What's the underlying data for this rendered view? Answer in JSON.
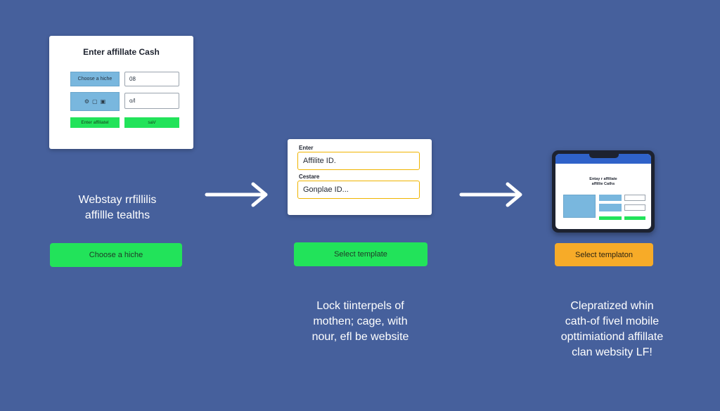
{
  "step1": {
    "card": {
      "title": "Enter affillate Cash",
      "niche_label": "Choose a hiche",
      "niche_value": "08",
      "id_value": "o/l",
      "enter_button": "Enter affiliatel",
      "save_button": "saV"
    },
    "caption_line1": "Webstay rrfillilis",
    "caption_line2": "affillle tealths",
    "button": "Choose a hiche"
  },
  "step2": {
    "card": {
      "label1": "Enter",
      "field1": "Affilite ID.",
      "label2": "Cestare",
      "field2": "Gonplae ID..."
    },
    "button": "Select template",
    "caption_line1": "Lock tiinterpels of",
    "caption_line2": "mothen; cage, with",
    "caption_line3": "nour, efl be website"
  },
  "step3": {
    "device": {
      "title_line1": "Entay r affiliate",
      "title_line2": "affillie Caths"
    },
    "button": "Select templaton",
    "caption_line1": "Clepratized whin",
    "caption_line2": "cath-of fivel mobile",
    "caption_line3": "opttimiationd affillate",
    "caption_line4": "clan websity LF!"
  },
  "colors": {
    "background": "#46609c",
    "green": "#22e35a",
    "orange": "#f7ab28",
    "field_border": "#f0b400",
    "light_blue": "#79b7de"
  }
}
